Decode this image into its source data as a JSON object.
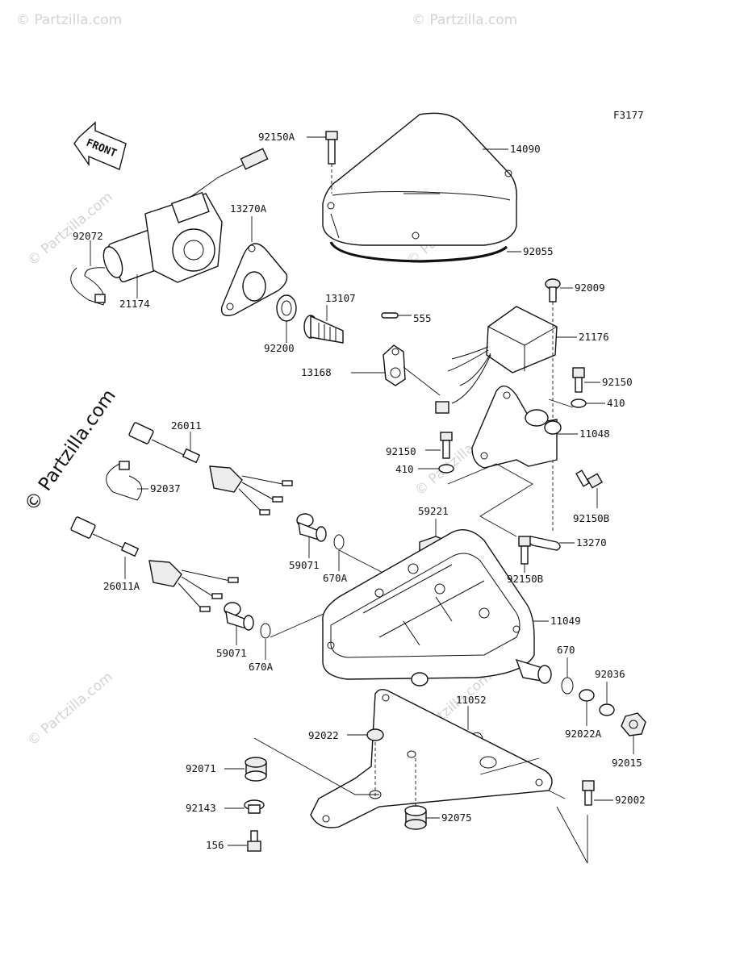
{
  "diagram": {
    "code": "F3177",
    "front_label": "FRONT",
    "watermark": "© Partzilla.com",
    "parts": [
      {
        "id": "92150A"
      },
      {
        "id": "14090"
      },
      {
        "id": "92055"
      },
      {
        "id": "13270A"
      },
      {
        "id": "92072"
      },
      {
        "id": "21174"
      },
      {
        "id": "92200"
      },
      {
        "id": "13107"
      },
      {
        "id": "555"
      },
      {
        "id": "92009"
      },
      {
        "id": "21176"
      },
      {
        "id": "13168"
      },
      {
        "id": "92150"
      },
      {
        "id": "410"
      },
      {
        "id": "11048"
      },
      {
        "id": "26011"
      },
      {
        "id": "92150"
      },
      {
        "id": "410"
      },
      {
        "id": "92037"
      },
      {
        "id": "92150B"
      },
      {
        "id": "59221"
      },
      {
        "id": "59071"
      },
      {
        "id": "13270"
      },
      {
        "id": "670A"
      },
      {
        "id": "26011A"
      },
      {
        "id": "92150B"
      },
      {
        "id": "11049"
      },
      {
        "id": "59071"
      },
      {
        "id": "670A"
      },
      {
        "id": "670"
      },
      {
        "id": "92036"
      },
      {
        "id": "11052"
      },
      {
        "id": "92022"
      },
      {
        "id": "92022A"
      },
      {
        "id": "92015"
      },
      {
        "id": "92071"
      },
      {
        "id": "92002"
      },
      {
        "id": "92143"
      },
      {
        "id": "92075"
      },
      {
        "id": "156"
      }
    ]
  }
}
